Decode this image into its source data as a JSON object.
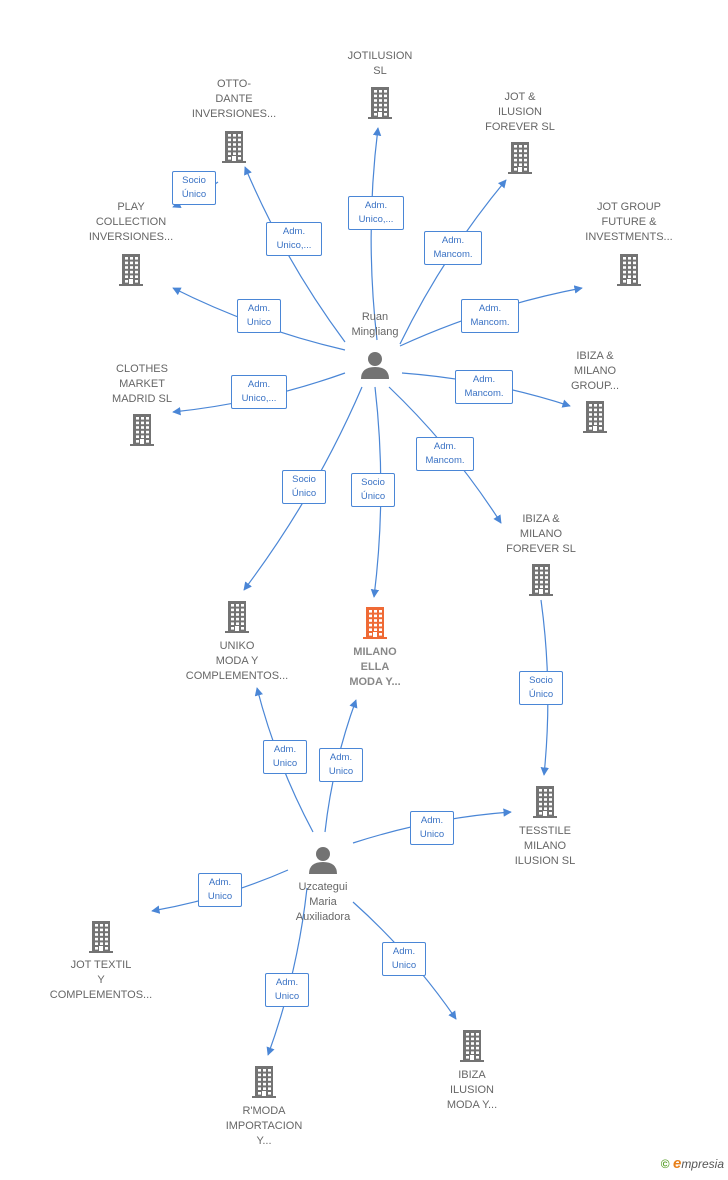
{
  "colors": {
    "edge": "#4a86d6",
    "building": "#737373",
    "building_highlight": "#ef6a35",
    "person": "#737373"
  },
  "persons": [
    {
      "id": "ruan",
      "label": "Ruan\nMingliang",
      "icon": "person-icon"
    },
    {
      "id": "uzcategui",
      "label": "Uzcategui\nMaria\nAuxiliadora",
      "icon": "person-icon"
    }
  ],
  "companies": [
    {
      "id": "jotilusion",
      "label": "JOTILUSION\nSL",
      "icon": "building-icon"
    },
    {
      "id": "otto",
      "label": "OTTO-\nDANTE\nINVERSIONES...",
      "icon": "building-icon"
    },
    {
      "id": "jot_ilusion",
      "label": "JOT &\nILUSION\nFOREVER  SL",
      "icon": "building-icon"
    },
    {
      "id": "play",
      "label": "PLAY\nCOLLECTION\nINVERSIONES...",
      "icon": "building-icon"
    },
    {
      "id": "jotgroup",
      "label": "JOT GROUP\nFUTURE &\nINVESTMENTS...",
      "icon": "building-icon"
    },
    {
      "id": "clothes",
      "label": "CLOTHES\nMARKET\nMADRID  SL",
      "icon": "building-icon"
    },
    {
      "id": "ibiza_group",
      "label": "IBIZA &\nMILANO\nGROUP...",
      "icon": "building-icon"
    },
    {
      "id": "ibiza_forever",
      "label": "IBIZA &\nMILANO\nFOREVER  SL",
      "icon": "building-icon"
    },
    {
      "id": "uniko",
      "label": "UNIKO\nMODA Y\nCOMPLEMENTOS...",
      "icon": "building-icon"
    },
    {
      "id": "milano",
      "label": "MILANO\nELLA\nMODA Y...",
      "icon": "building-icon",
      "highlight": true
    },
    {
      "id": "testile",
      "label": "TESSTILE\nMILANO\nILUSION  SL",
      "icon": "building-icon"
    },
    {
      "id": "jottextil",
      "label": "JOT TEXTIL\nY\nCOMPLEMENTOS...",
      "icon": "building-icon"
    },
    {
      "id": "rmoda",
      "label": "R'MODA\nIMPORTACION\nY...",
      "icon": "building-icon"
    },
    {
      "id": "ibiza_ilusion",
      "label": "IBIZA\nILUSION\nMODA Y...",
      "icon": "building-icon"
    }
  ],
  "relations": [
    {
      "id": "r1",
      "from": "ruan",
      "to": "jotilusion",
      "label": "Adm.\nUnico,..."
    },
    {
      "id": "r2",
      "from": "ruan",
      "to": "otto",
      "label": "Adm.\nUnico,..."
    },
    {
      "id": "r3",
      "from": "otto",
      "to": "play",
      "label": "Socio\nÚnico"
    },
    {
      "id": "r4",
      "from": "ruan",
      "to": "jot_ilusion",
      "label": "Adm.\nMancom."
    },
    {
      "id": "r5",
      "from": "ruan",
      "to": "play",
      "label": "Adm.\nUnico"
    },
    {
      "id": "r6",
      "from": "ruan",
      "to": "jotgroup",
      "label": "Adm.\nMancom."
    },
    {
      "id": "r7",
      "from": "ruan",
      "to": "clothes",
      "label": "Adm.\nUnico,..."
    },
    {
      "id": "r8",
      "from": "ruan",
      "to": "ibiza_group",
      "label": "Adm.\nMancom."
    },
    {
      "id": "r9",
      "from": "ruan",
      "to": "ibiza_forever",
      "label": "Adm.\nMancom."
    },
    {
      "id": "r10",
      "from": "ruan",
      "to": "uniko",
      "label": "Socio\nÚnico"
    },
    {
      "id": "r11",
      "from": "ruan",
      "to": "milano",
      "label": "Socio\nÚnico"
    },
    {
      "id": "r12",
      "from": "ibiza_forever",
      "to": "testile",
      "label": "Socio\nÚnico"
    },
    {
      "id": "r13",
      "from": "uzcategui",
      "to": "uniko",
      "label": "Adm.\nUnico"
    },
    {
      "id": "r14",
      "from": "uzcategui",
      "to": "milano",
      "label": "Adm.\nUnico"
    },
    {
      "id": "r15",
      "from": "uzcategui",
      "to": "testile",
      "label": "Adm.\nUnico"
    },
    {
      "id": "r16",
      "from": "uzcategui",
      "to": "jottextil",
      "label": "Adm.\nUnico"
    },
    {
      "id": "r17",
      "from": "uzcategui",
      "to": "rmoda",
      "label": "Adm.\nUnico"
    },
    {
      "id": "r18",
      "from": "uzcategui",
      "to": "ibiza_ilusion",
      "label": "Adm.\nUnico"
    }
  ],
  "footer": {
    "copyright_symbol": "©",
    "brand_initial": "e",
    "brand_rest": "mpresia"
  }
}
